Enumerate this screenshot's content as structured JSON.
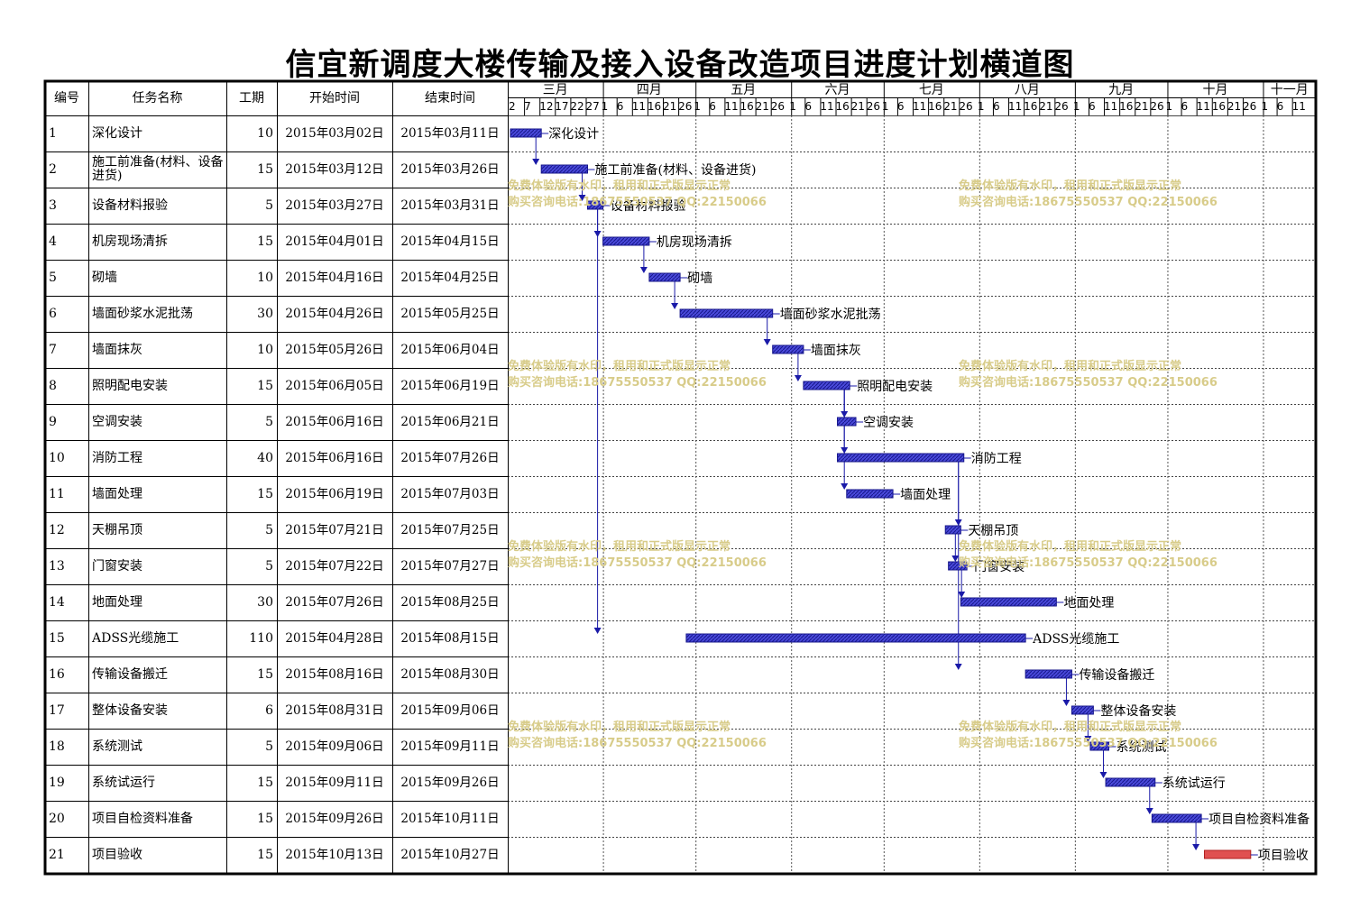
{
  "title": "信宜新调度大楼传输及接入设备改造项目进度计划横道图",
  "headers": {
    "id": "编号",
    "name": "任务名称",
    "duration": "工期",
    "start": "开始时间",
    "end": "结束时间"
  },
  "months": [
    "三月",
    "四月",
    "五月",
    "六月",
    "七月",
    "八月",
    "九月",
    "十月",
    "十一月"
  ],
  "day_ticks": [
    [
      "2",
      "7",
      "12",
      "17",
      "22",
      "27"
    ],
    [
      "1",
      "6",
      "11",
      "16",
      "21",
      "26"
    ],
    [
      "1",
      "6",
      "11",
      "16",
      "21",
      "26"
    ],
    [
      "1",
      "6",
      "11",
      "16",
      "21",
      "26"
    ],
    [
      "1",
      "6",
      "11",
      "16",
      "21",
      "26"
    ],
    [
      "1",
      "6",
      "11",
      "16",
      "21",
      "26"
    ],
    [
      "1",
      "6",
      "11",
      "16",
      "21",
      "26"
    ],
    [
      "1",
      "6",
      "11",
      "16",
      "21",
      "26"
    ],
    [
      "1",
      "6",
      "11"
    ]
  ],
  "watermark": {
    "line1": "免费体验版有水印，租用和正式版显示正常",
    "line2": "购买咨询电话:18675550537 QQ:22150066"
  },
  "colors": {
    "bar": "#3333cc",
    "bar_final": "#e05050",
    "link": "#1a1aa8",
    "watermark": "#d8cc8a"
  },
  "chart_data": {
    "type": "gantt",
    "title": "信宜新调度大楼传输及接入设备改造项目进度计划横道图",
    "x_unit": "date",
    "x_range": [
      "2015-03-02",
      "2015-11-15"
    ],
    "tasks": [
      {
        "id": "1",
        "name": "深化设计",
        "duration": "10",
        "start": "2015年03月02日",
        "end": "2015年03月11日",
        "s": "2015-03-02",
        "e": "2015-03-11"
      },
      {
        "id": "2",
        "name": "施工前准备(材料、设备进货)",
        "duration": "15",
        "start": "2015年03月12日",
        "end": "2015年03月26日",
        "s": "2015-03-12",
        "e": "2015-03-26"
      },
      {
        "id": "3",
        "name": "设备材料报验",
        "duration": "5",
        "start": "2015年03月27日",
        "end": "2015年03月31日",
        "s": "2015-03-27",
        "e": "2015-03-31"
      },
      {
        "id": "4",
        "name": "机房现场清拆",
        "duration": "15",
        "start": "2015年04月01日",
        "end": "2015年04月15日",
        "s": "2015-04-01",
        "e": "2015-04-15"
      },
      {
        "id": "5",
        "name": "砌墙",
        "duration": "10",
        "start": "2015年04月16日",
        "end": "2015年04月25日",
        "s": "2015-04-16",
        "e": "2015-04-25"
      },
      {
        "id": "6",
        "name": "墙面砂浆水泥批荡",
        "duration": "30",
        "start": "2015年04月26日",
        "end": "2015年05月25日",
        "s": "2015-04-26",
        "e": "2015-05-25"
      },
      {
        "id": "7",
        "name": "墙面抹灰",
        "duration": "10",
        "start": "2015年05月26日",
        "end": "2015年06月04日",
        "s": "2015-05-26",
        "e": "2015-06-04"
      },
      {
        "id": "8",
        "name": "照明配电安装",
        "duration": "15",
        "start": "2015年06月05日",
        "end": "2015年06月19日",
        "s": "2015-06-05",
        "e": "2015-06-19"
      },
      {
        "id": "9",
        "name": "空调安装",
        "duration": "5",
        "start": "2015年06月16日",
        "end": "2015年06月21日",
        "s": "2015-06-16",
        "e": "2015-06-21"
      },
      {
        "id": "10",
        "name": "消防工程",
        "duration": "40",
        "start": "2015年06月16日",
        "end": "2015年07月26日",
        "s": "2015-06-16",
        "e": "2015-07-26"
      },
      {
        "id": "11",
        "name": "墙面处理",
        "duration": "15",
        "start": "2015年06月19日",
        "end": "2015年07月03日",
        "s": "2015-06-19",
        "e": "2015-07-03"
      },
      {
        "id": "12",
        "name": "天棚吊顶",
        "duration": "5",
        "start": "2015年07月21日",
        "end": "2015年07月25日",
        "s": "2015-07-21",
        "e": "2015-07-25"
      },
      {
        "id": "13",
        "name": "门窗安装",
        "duration": "5",
        "start": "2015年07月22日",
        "end": "2015年07月27日",
        "s": "2015-07-22",
        "e": "2015-07-27"
      },
      {
        "id": "14",
        "name": "地面处理",
        "duration": "30",
        "start": "2015年07月26日",
        "end": "2015年08月25日",
        "s": "2015-07-26",
        "e": "2015-08-25"
      },
      {
        "id": "15",
        "name": "ADSS光缆施工",
        "duration": "110",
        "start": "2015年04月28日",
        "end": "2015年08月15日",
        "s": "2015-04-28",
        "e": "2015-08-15"
      },
      {
        "id": "16",
        "name": "传输设备搬迁",
        "duration": "15",
        "start": "2015年08月16日",
        "end": "2015年08月30日",
        "s": "2015-08-16",
        "e": "2015-08-30"
      },
      {
        "id": "17",
        "name": "整体设备安装",
        "duration": "6",
        "start": "2015年08月31日",
        "end": "2015年09月06日",
        "s": "2015-08-31",
        "e": "2015-09-06"
      },
      {
        "id": "18",
        "name": "系统测试",
        "duration": "5",
        "start": "2015年09月06日",
        "end": "2015年09月11日",
        "s": "2015-09-06",
        "e": "2015-09-11"
      },
      {
        "id": "19",
        "name": "系统试运行",
        "duration": "15",
        "start": "2015年09月11日",
        "end": "2015年09月26日",
        "s": "2015-09-11",
        "e": "2015-09-26"
      },
      {
        "id": "20",
        "name": "项目自检资料准备",
        "duration": "15",
        "start": "2015年09月26日",
        "end": "2015年10月11日",
        "s": "2015-09-26",
        "e": "2015-10-11"
      },
      {
        "id": "21",
        "name": "项目验收",
        "duration": "15",
        "start": "2015年10月13日",
        "end": "2015年10月27日",
        "s": "2015-10-13",
        "e": "2015-10-27"
      }
    ],
    "links": [
      [
        1,
        2
      ],
      [
        2,
        3
      ],
      [
        3,
        4
      ],
      [
        4,
        5
      ],
      [
        5,
        6
      ],
      [
        6,
        7
      ],
      [
        7,
        8
      ],
      [
        8,
        9
      ],
      [
        8,
        10
      ],
      [
        8,
        11
      ],
      [
        10,
        12
      ],
      [
        12,
        13
      ],
      [
        13,
        14
      ],
      [
        3,
        15
      ],
      [
        10,
        16
      ],
      [
        16,
        17
      ],
      [
        17,
        18
      ],
      [
        18,
        19
      ],
      [
        19,
        20
      ],
      [
        20,
        21
      ]
    ]
  }
}
